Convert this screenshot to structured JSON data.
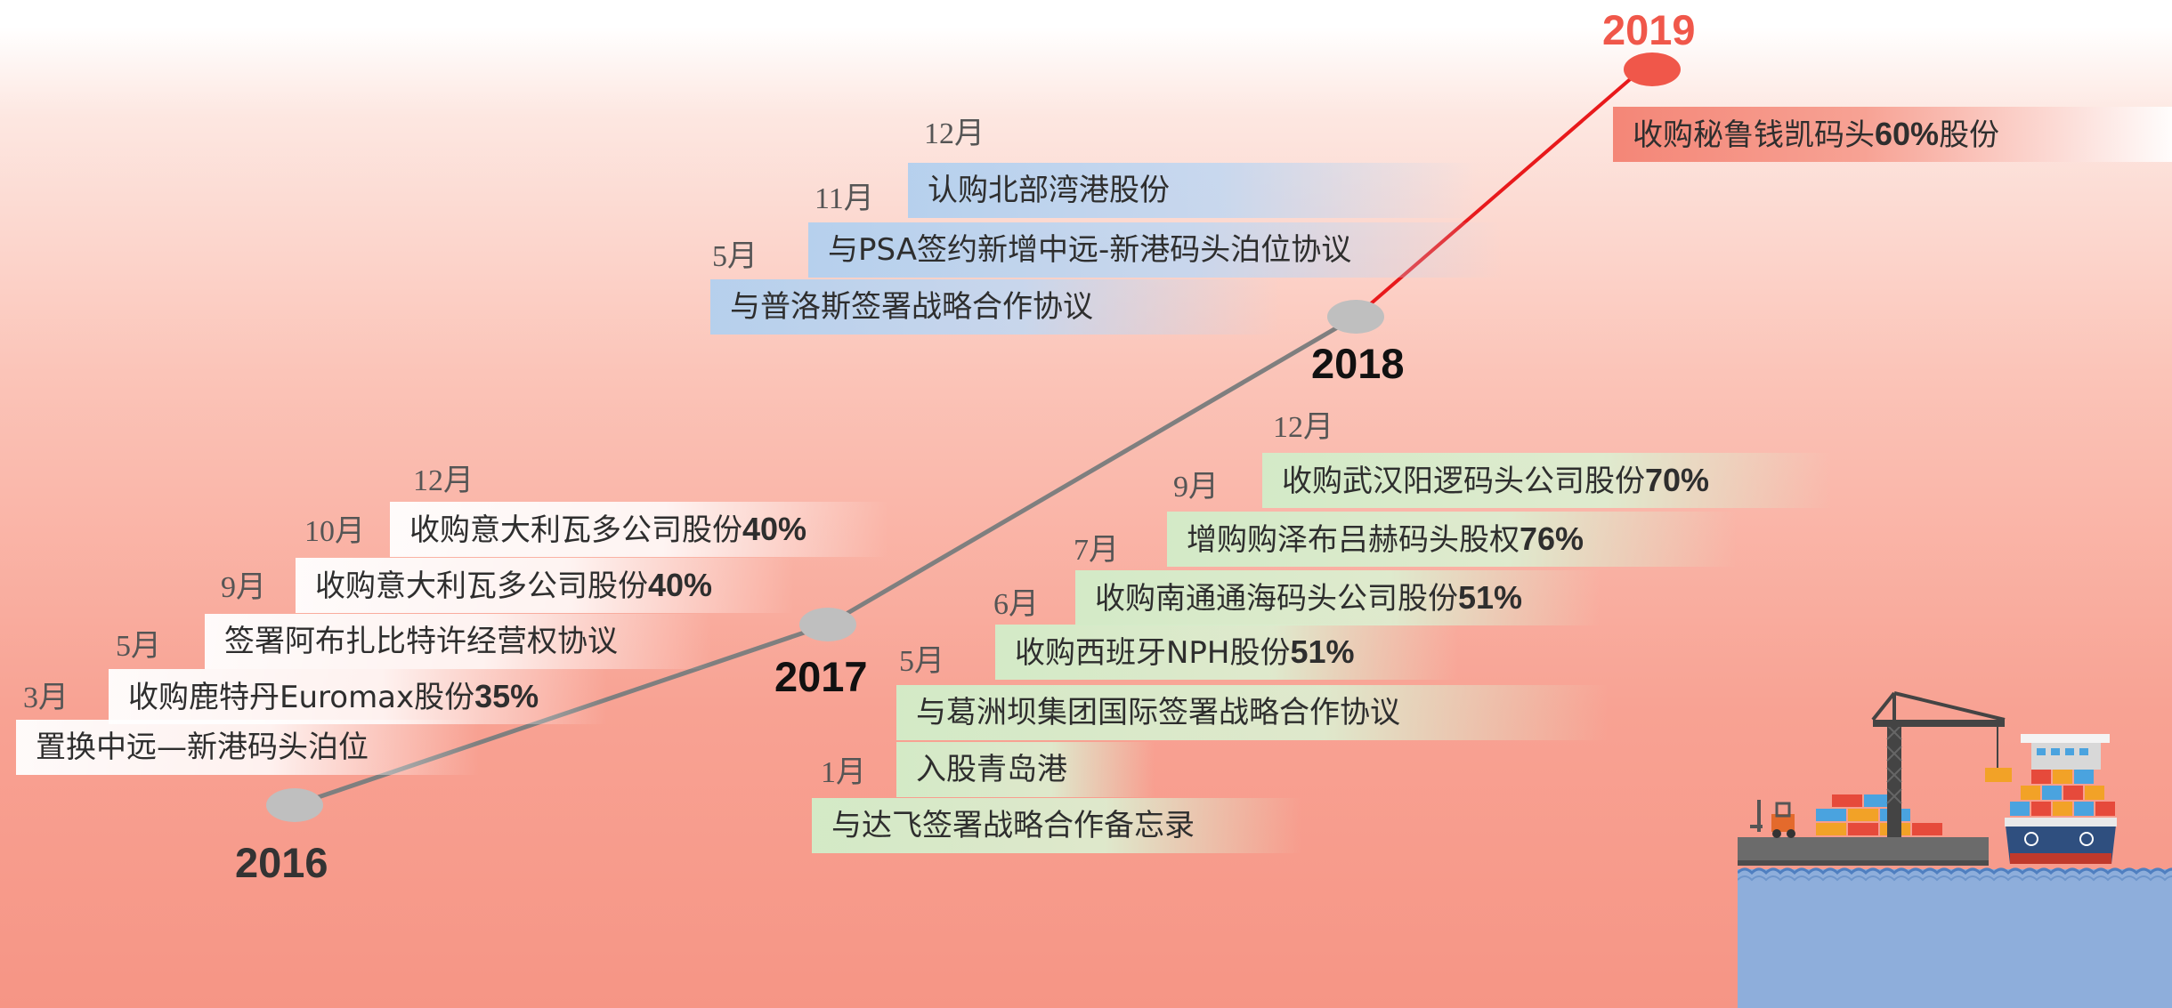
{
  "years": [
    {
      "id": "y2016",
      "label": "2016",
      "color": "#333333"
    },
    {
      "id": "y2017",
      "label": "2017",
      "color": "#111111"
    },
    {
      "id": "y2018",
      "label": "2018",
      "color": "#111111"
    },
    {
      "id": "y2019",
      "label": "2019",
      "color": "#f0574a"
    }
  ],
  "colors": {
    "timeline_gray": "#7f7f7f",
    "timeline_red": "#e8191b",
    "node_gray": "#bfbfbf",
    "node_red": "#f0574a",
    "water": "#8eaedb"
  },
  "events": [
    {
      "id": "e01",
      "month": "3月",
      "text": "置换中远—新港码头泊位",
      "pct": "",
      "style": "pink"
    },
    {
      "id": "e02",
      "month": "5月",
      "text": "收购鹿特丹Euromax股份",
      "pct": "35%",
      "style": "pink"
    },
    {
      "id": "e03",
      "month": "9月",
      "text": "签署阿布扎比特许经营权协议",
      "pct": "",
      "style": "pink"
    },
    {
      "id": "e04",
      "month": "10月",
      "text": "收购意大利瓦多公司股份",
      "pct": "40%",
      "style": "pink"
    },
    {
      "id": "e05",
      "month": "12月",
      "text": "收购意大利瓦多公司股份",
      "pct": "40%",
      "style": "pink"
    },
    {
      "id": "e06",
      "month": "1月",
      "text": "与达飞签署战略合作备忘录",
      "pct": "",
      "style": "green"
    },
    {
      "id": "e07",
      "month": "",
      "text": "入股青岛港",
      "pct": "",
      "style": "green"
    },
    {
      "id": "e08",
      "month": "5月",
      "text": "与葛洲坝集团国际签署战略合作协议",
      "pct": "",
      "style": "green"
    },
    {
      "id": "e09",
      "month": "6月",
      "text": "收购西班牙NPH股份",
      "pct": "51%",
      "style": "green"
    },
    {
      "id": "e10",
      "month": "7月",
      "text": "收购南通通海码头公司股份",
      "pct": "51%",
      "style": "green"
    },
    {
      "id": "e11",
      "month": "9月",
      "text": "增购购泽布吕赫码头股权",
      "pct": "76%",
      "style": "green"
    },
    {
      "id": "e12",
      "month": "12月",
      "text": "收购武汉阳逻码头公司股份",
      "pct": "70%",
      "style": "green"
    },
    {
      "id": "e13",
      "month": "5月",
      "text": "与普洛斯签署战略合作协议",
      "pct": "",
      "style": "blue"
    },
    {
      "id": "e14",
      "month": "11月",
      "text": "与PSA签约新增中远-新港码头泊位协议",
      "pct": "",
      "style": "blue"
    },
    {
      "id": "e15",
      "month": "12月",
      "text": "认购北部湾港股份",
      "pct": "",
      "style": "blue"
    },
    {
      "id": "e16",
      "month": "",
      "text": "收购秘鲁钱凯码头",
      "pct": "60%",
      "suffix": "股份",
      "style": "red"
    }
  ],
  "illustration": {
    "name": "port-illustration",
    "elements": [
      "crane-icon",
      "cargo-ship-icon",
      "forklift-icon",
      "container-stack-icon",
      "water-waves"
    ]
  }
}
